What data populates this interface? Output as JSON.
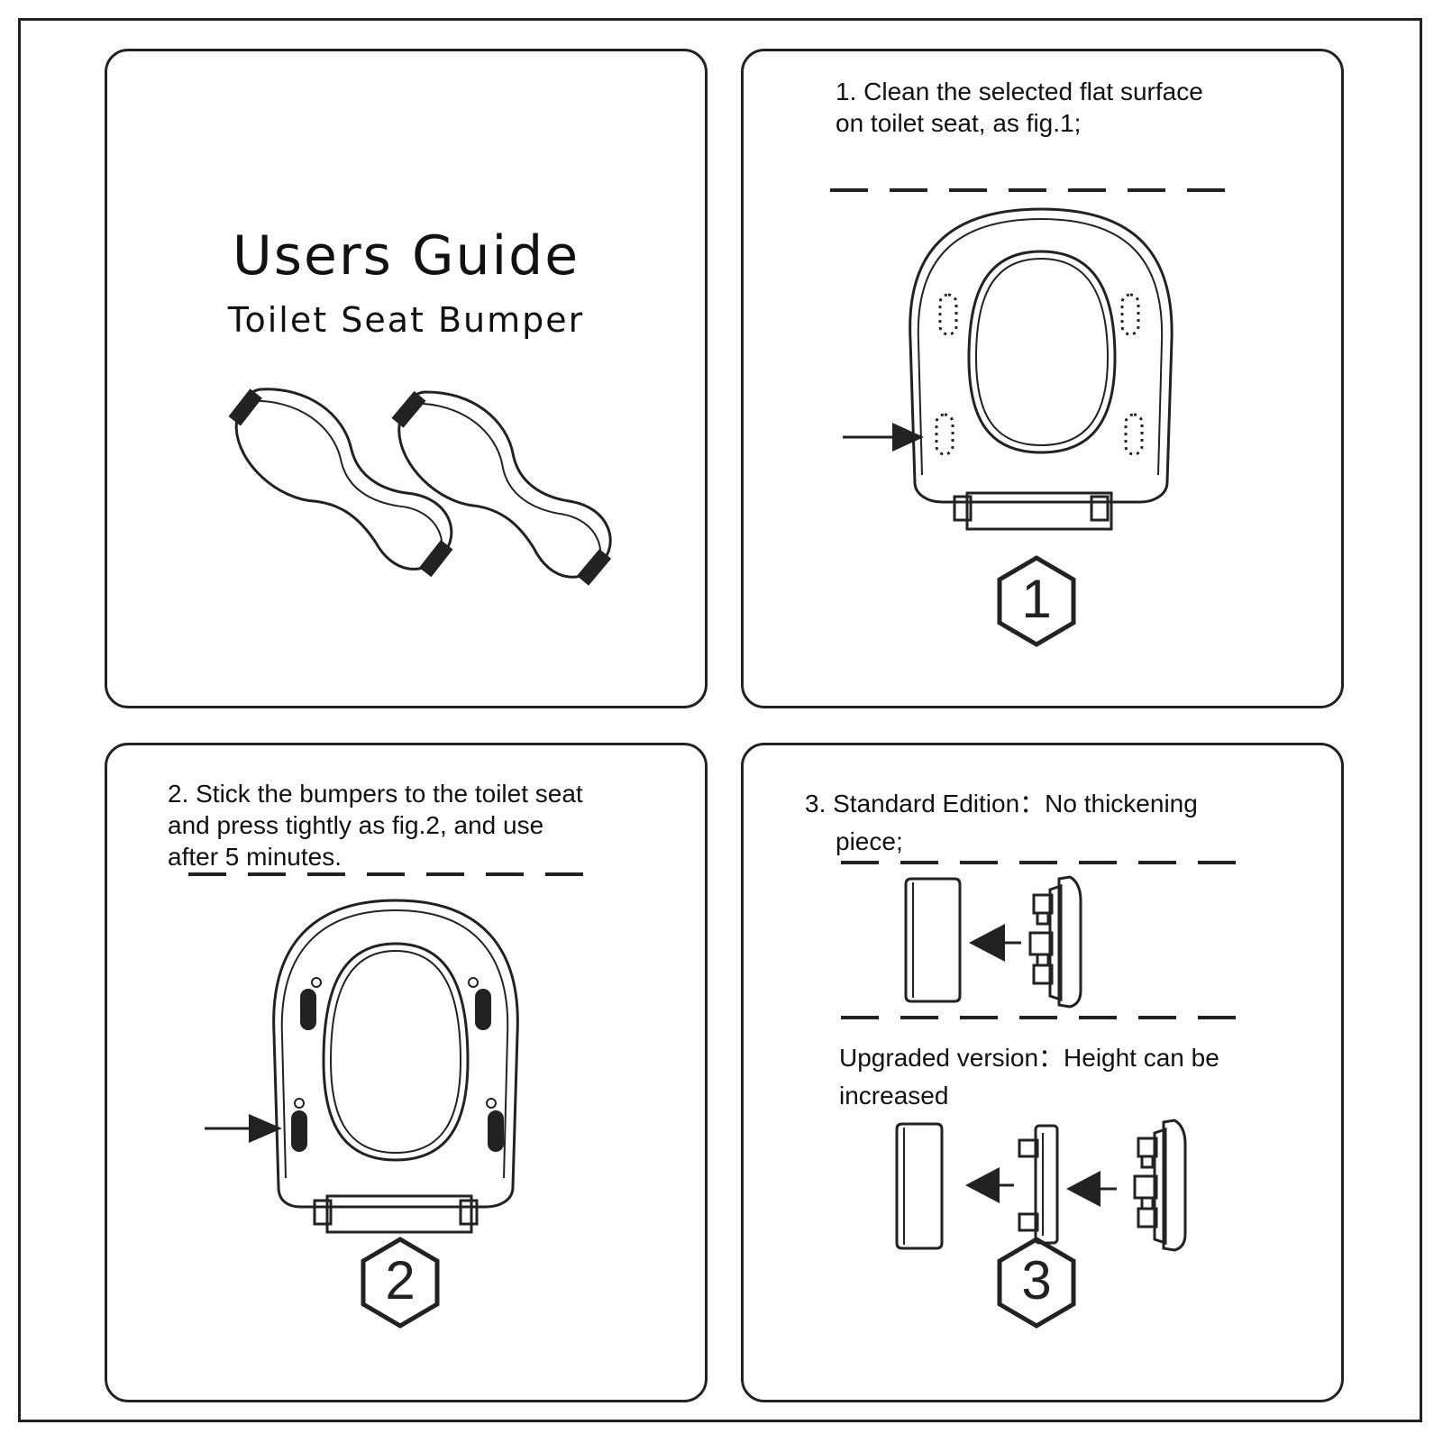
{
  "title_panel": {
    "title": "Users Guide",
    "subtitle": "Toilet Seat Bumper"
  },
  "step1": {
    "text_line1": "1. Clean the selected flat surface",
    "text_line2": "on toilet seat, as fig.1;",
    "badge": "1"
  },
  "step2": {
    "text_line1": "2. Stick the bumpers to the toilet seat",
    "text_line2": "and press tightly as fig.2, and use",
    "text_line3": "after 5 minutes.",
    "badge": "2"
  },
  "step3": {
    "standard_line1": "3. Standard Edition：No thickening",
    "standard_line2": "piece;",
    "upgraded_line1": "Upgraded version：Height can be",
    "upgraded_line2": "increased",
    "badge": "3"
  },
  "colors": {
    "line": "#222222",
    "background": "#ffffff"
  }
}
